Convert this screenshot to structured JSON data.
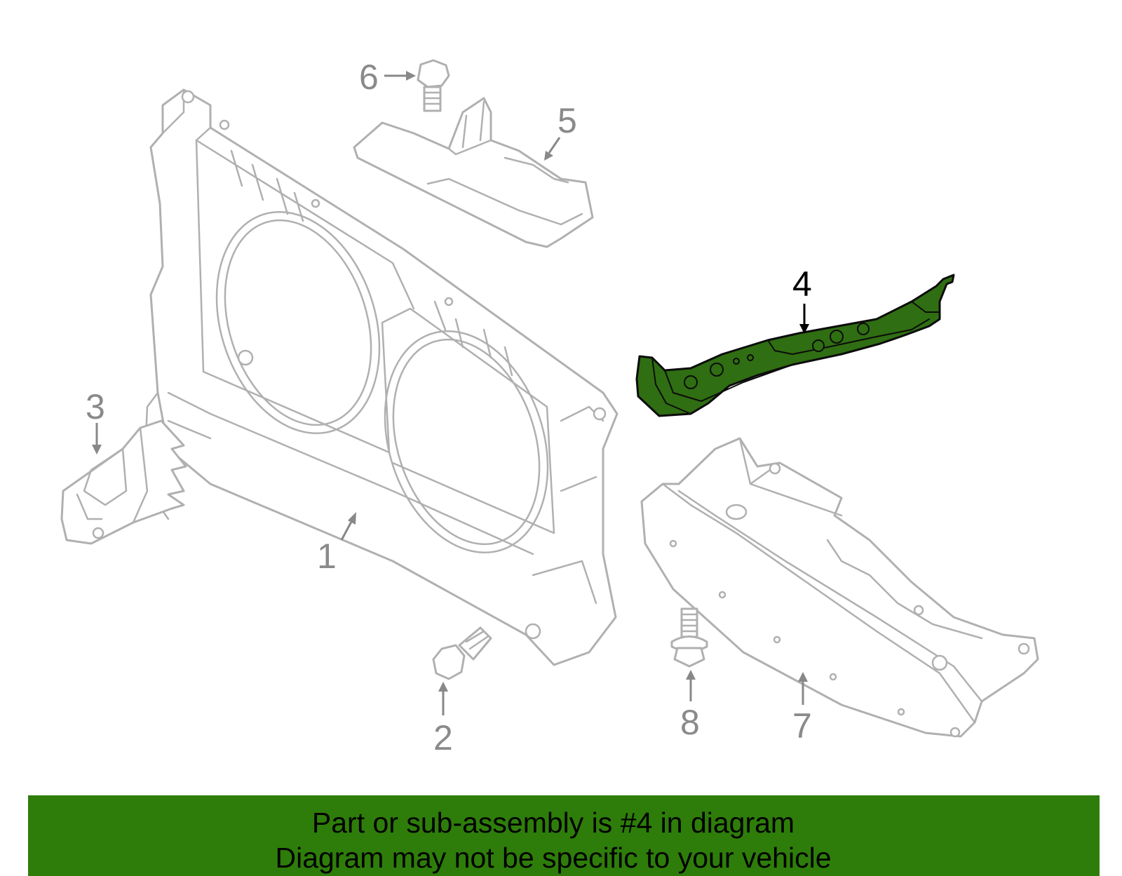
{
  "diagram": {
    "highlight_color": "#2e7d0a",
    "line_color": "#b0b0b0",
    "callouts": [
      {
        "id": "1",
        "label": "1"
      },
      {
        "id": "2",
        "label": "2"
      },
      {
        "id": "3",
        "label": "3"
      },
      {
        "id": "4",
        "label": "4",
        "highlighted": true
      },
      {
        "id": "5",
        "label": "5"
      },
      {
        "id": "6",
        "label": "6"
      },
      {
        "id": "7",
        "label": "7"
      },
      {
        "id": "8",
        "label": "8"
      }
    ]
  },
  "banner": {
    "background": "#2e7d0a",
    "line1": "Part or sub-assembly is #4 in diagram",
    "line2": "Diagram may not be specific to your vehicle"
  }
}
